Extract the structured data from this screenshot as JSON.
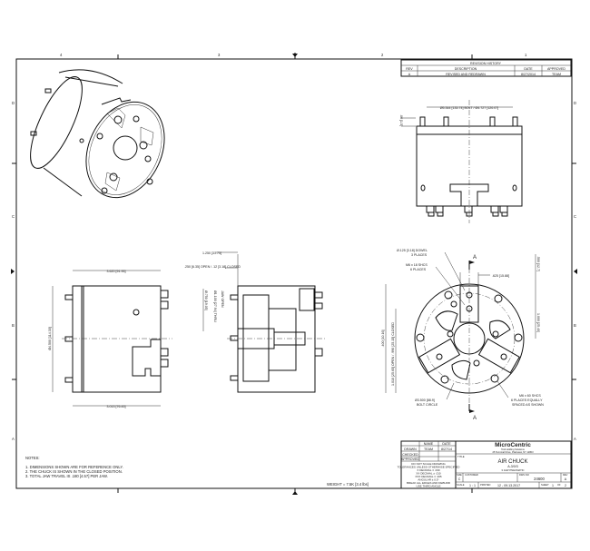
{
  "sheet": {
    "zone_columns": [
      "4",
      "3",
      "2",
      "1"
    ],
    "zone_rows": [
      "D",
      "C",
      "B",
      "A"
    ]
  },
  "revision_history": {
    "title": "REVISION HISTORY",
    "headers": [
      "REV",
      "DESCRIPTION",
      "DATE",
      "APPROVED"
    ],
    "rows": [
      {
        "rev": "A",
        "description": "REVISED AND REDRAWN",
        "date": "8/27/2014",
        "approved": "TEAM"
      }
    ]
  },
  "views": {
    "side_view": {
      "width_top": "3.620 [91.95]",
      "width_bottom": "3.013 [76.45]",
      "diameter": "Ø4.500 [114.30]"
    },
    "section_view": {
      "dim_top": "1.250 [31.75]",
      "stroke": ".250 [6.35] OPEN / .12 [3.18] CLOSED",
      "inner_dia_a": "Ø.750 [19.05]",
      "inner_dia_b": "Ø1.100 [27.94] THRU",
      "label_open": "JAW OPEN"
    },
    "front_view": {
      "bolt_pattern": "Ø5.344 [135.74] BOLT / Ø4.727 [120.07]",
      "height_dim": ".06 [1.5]"
    },
    "end_view": {
      "dowel_note": "Ø.125 [3.18] DOWEL",
      "dowel_places": "3 PLACES",
      "shcs_top": "M6 x 18 SHCS",
      "shcs_top_places": "6 PLACES",
      "jaw_width": ".625 [15.88]",
      "right_dim_top": ".500 [12.7]",
      "right_dim_bottom": "1.000 [25.40]",
      "left_dim": ".400 [10.16]",
      "left_dim2": "1.010 [25.65] OPEN / .990 [25.15] CLOSED",
      "bolt_circle": "Ø3.500 [88.9]",
      "bolt_circle_label": "BOLT CIRCLE",
      "shcs_bottom": "M6 x 60 SHCS",
      "shcs_bottom_note": "6 PLACES EQUALLY",
      "shcs_bottom_note2": "SPACED AS SHOWN",
      "section_label": "A"
    }
  },
  "notes": {
    "title": "NOTES:",
    "items": [
      "1.  DIMENSIONS SHOWN ARE FOR REFERENCE ONLY.",
      "2.  THE CHUCK IS SHOWN IN THE CLOSED POSITION.",
      "3.  TOTAL JAW TRAVEL IS .180 [4.57] PER JAW."
    ]
  },
  "weight": "WEIGHT = 7.5K [3.4 lbs]",
  "title_block": {
    "left_headers": [
      "",
      "NAME",
      "DATE"
    ],
    "left_rows": [
      [
        "DRAWN",
        "TEAM",
        "8/27/14"
      ],
      [
        "CHECKED",
        "",
        ""
      ],
      [
        "APPROVED",
        "",
        ""
      ]
    ],
    "tolerance_lines": [
      "DO NOT SCALE DRAWING",
      "TOLERANCES UNLESS OTHERWISE SPECIFIED",
      "X   DECIMAL     ± .030",
      "XX  DECIMAL     ± .010",
      "XXX DECIMAL     ± .005",
      "ANGULAR         ± 0.5°",
      "BREAK ALL EDGES AND DEBURR",
      "USE THIRD ANGLE"
    ],
    "company": "MicroCentric",
    "company_sub1": "Tool Holding Solutions",
    "company_sub2": "25 Terminal Drive, Plainview, NY 11803",
    "title_label": "TITLE",
    "title": "AIR CHUCK",
    "part_no": "A-3/0/3",
    "part_sub": "3 JAW PNEUMATIC",
    "size_label": "SIZE",
    "size": "C",
    "customer_label": "CUSTOMER",
    "customer": "",
    "dwg_label": "DWG NO",
    "dwg_no": "24600",
    "rev_label": "REV",
    "rev": "A",
    "scale_label": "SCALE",
    "scale": "1 : 1",
    "printed_label": "PRINTED",
    "printed": "12 - 09.13.2017",
    "sheet_label": "SHEET",
    "sheet": "1",
    "of_label": "OF",
    "of": "2"
  }
}
